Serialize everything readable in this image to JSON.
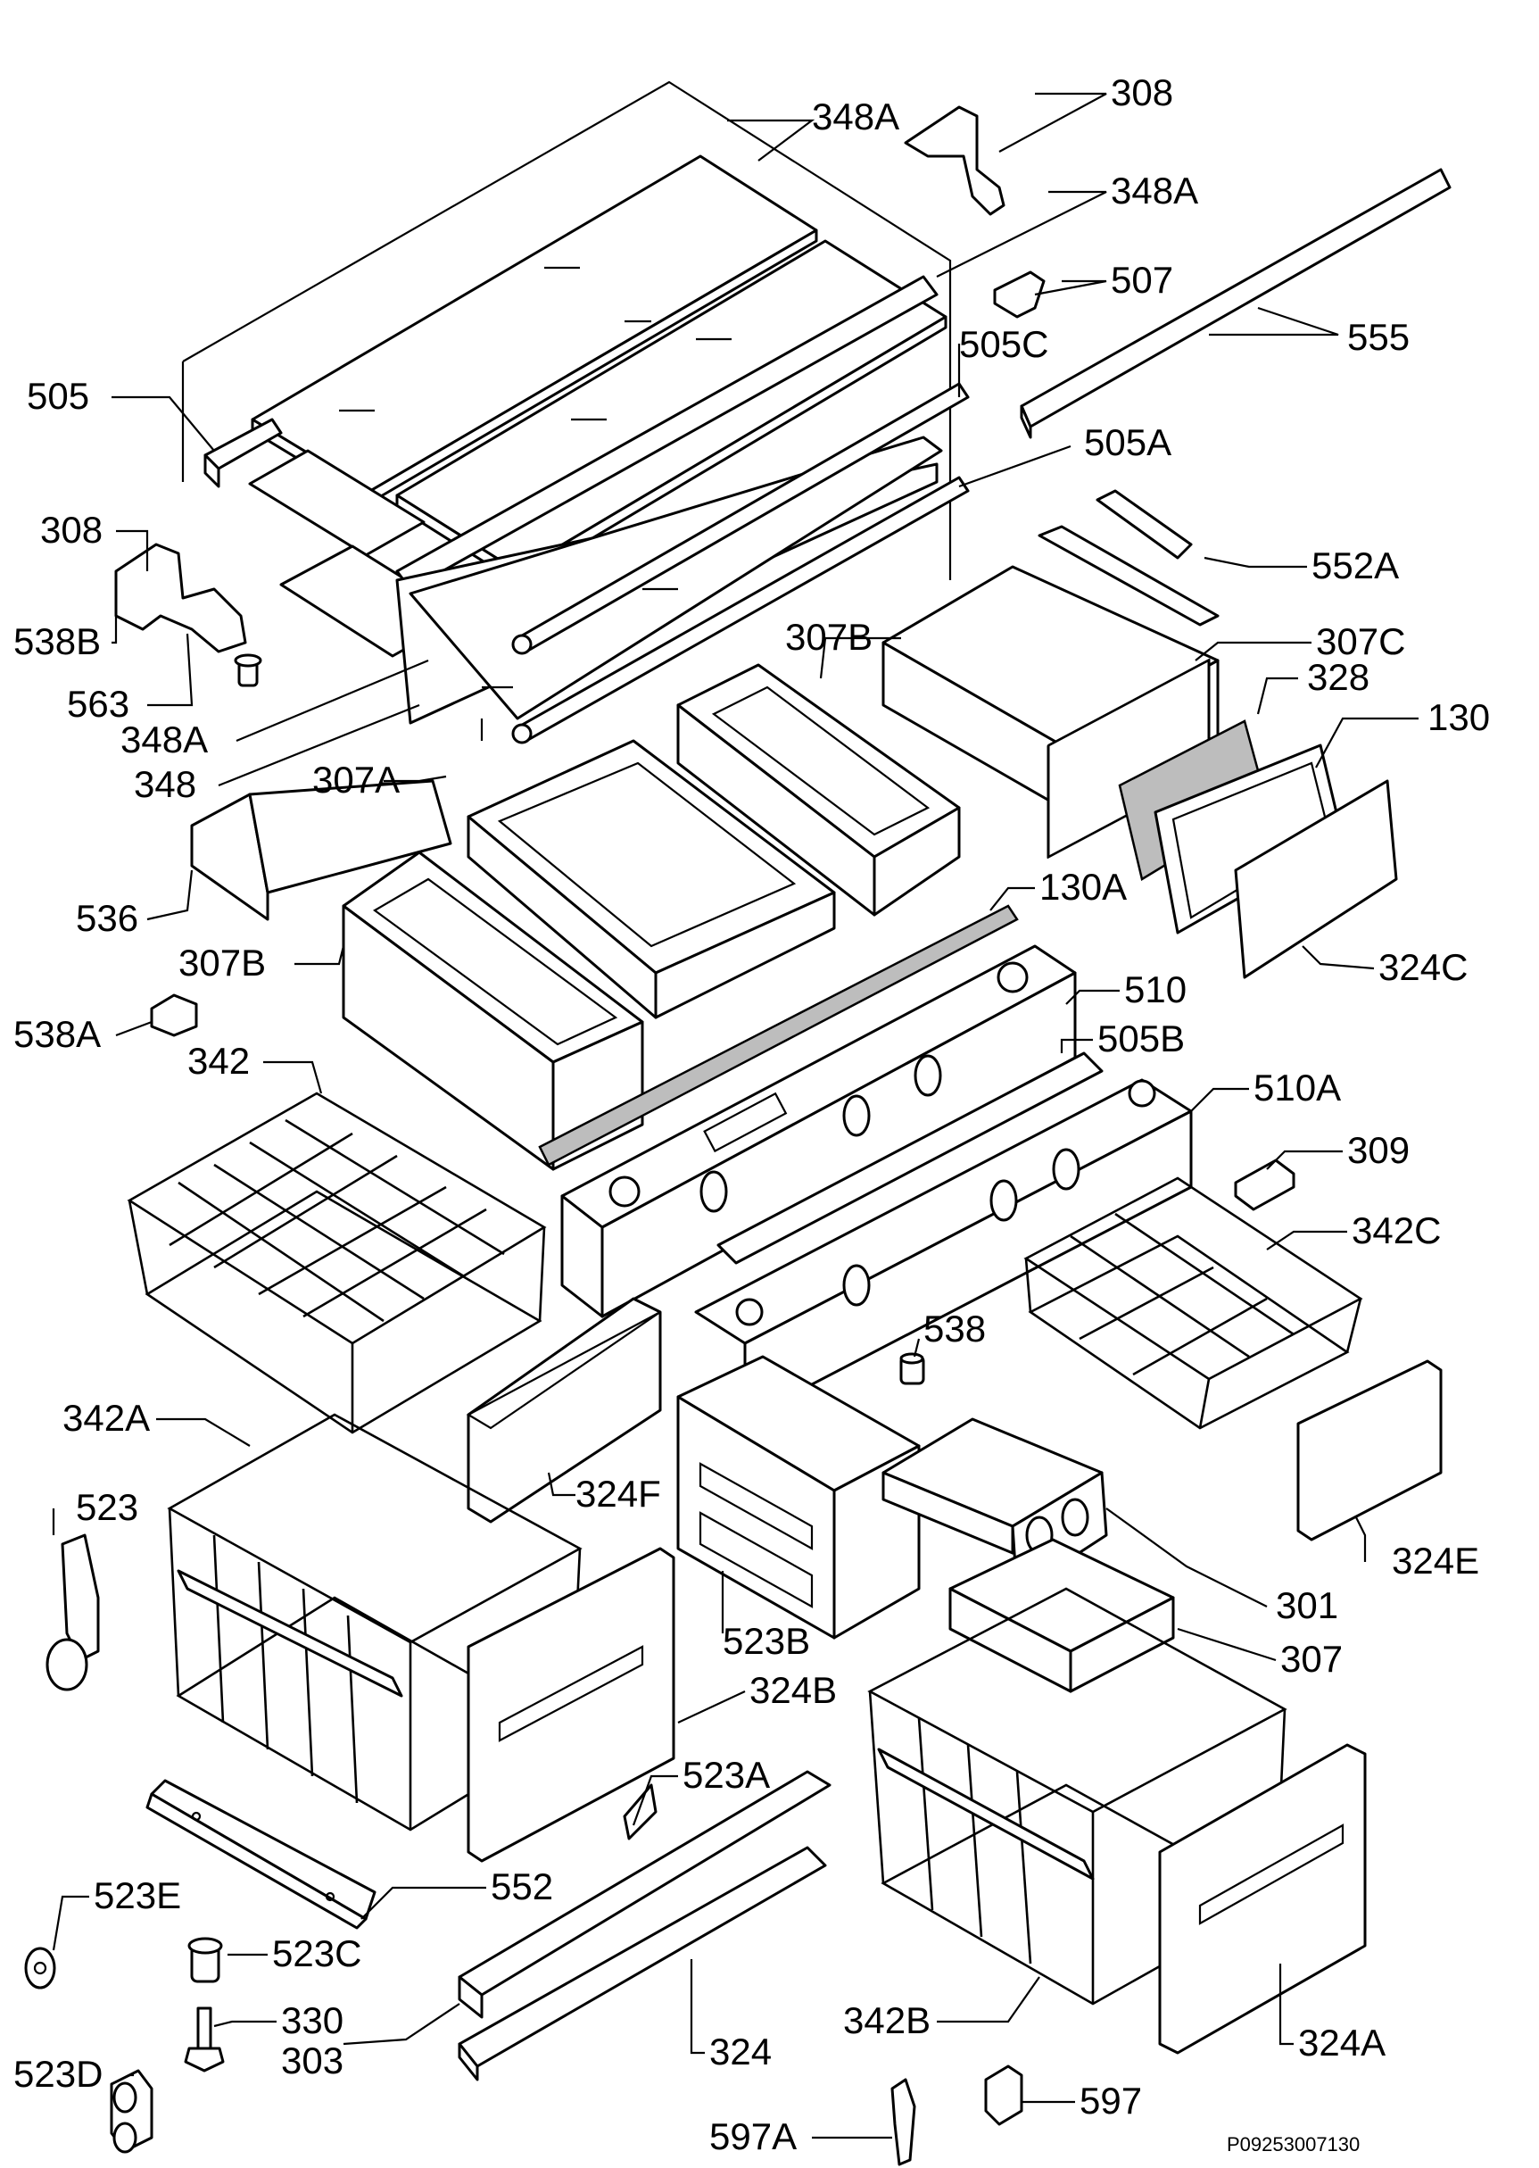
{
  "diagram": {
    "drawing_number": "P09253007130",
    "labels": [
      {
        "id": "lbl-348a-top",
        "text": "348A"
      },
      {
        "id": "lbl-308-top",
        "text": "308"
      },
      {
        "id": "lbl-348a-mid",
        "text": "348A"
      },
      {
        "id": "lbl-507",
        "text": "507"
      },
      {
        "id": "lbl-555",
        "text": "555"
      },
      {
        "id": "lbl-505c",
        "text": "505C"
      },
      {
        "id": "lbl-505",
        "text": "505"
      },
      {
        "id": "lbl-505a",
        "text": "505A"
      },
      {
        "id": "lbl-308-left",
        "text": "308"
      },
      {
        "id": "lbl-552a",
        "text": "552A"
      },
      {
        "id": "lbl-538b",
        "text": "538B"
      },
      {
        "id": "lbl-307b-top",
        "text": "307B"
      },
      {
        "id": "lbl-307c",
        "text": "307C"
      },
      {
        "id": "lbl-563",
        "text": "563"
      },
      {
        "id": "lbl-328",
        "text": "328"
      },
      {
        "id": "lbl-348a-low",
        "text": "348A"
      },
      {
        "id": "lbl-130",
        "text": "130"
      },
      {
        "id": "lbl-348",
        "text": "348"
      },
      {
        "id": "lbl-307a",
        "text": "307A"
      },
      {
        "id": "lbl-536",
        "text": "536"
      },
      {
        "id": "lbl-130a",
        "text": "130A"
      },
      {
        "id": "lbl-307b-low",
        "text": "307B"
      },
      {
        "id": "lbl-324c",
        "text": "324C"
      },
      {
        "id": "lbl-510",
        "text": "510"
      },
      {
        "id": "lbl-538a",
        "text": "538A"
      },
      {
        "id": "lbl-505b",
        "text": "505B"
      },
      {
        "id": "lbl-342",
        "text": "342"
      },
      {
        "id": "lbl-510a",
        "text": "510A"
      },
      {
        "id": "lbl-309",
        "text": "309"
      },
      {
        "id": "lbl-342c",
        "text": "342C"
      },
      {
        "id": "lbl-538",
        "text": "538"
      },
      {
        "id": "lbl-342a",
        "text": "342A"
      },
      {
        "id": "lbl-523",
        "text": "523"
      },
      {
        "id": "lbl-324f",
        "text": "324F"
      },
      {
        "id": "lbl-324e",
        "text": "324E"
      },
      {
        "id": "lbl-301",
        "text": "301"
      },
      {
        "id": "lbl-523b",
        "text": "523B"
      },
      {
        "id": "lbl-307",
        "text": "307"
      },
      {
        "id": "lbl-324b",
        "text": "324B"
      },
      {
        "id": "lbl-523a",
        "text": "523A"
      },
      {
        "id": "lbl-552",
        "text": "552"
      },
      {
        "id": "lbl-523e",
        "text": "523E"
      },
      {
        "id": "lbl-523c",
        "text": "523C"
      },
      {
        "id": "lbl-330",
        "text": "330"
      },
      {
        "id": "lbl-342b",
        "text": "342B"
      },
      {
        "id": "lbl-303",
        "text": "303"
      },
      {
        "id": "lbl-324",
        "text": "324"
      },
      {
        "id": "lbl-324a",
        "text": "324A"
      },
      {
        "id": "lbl-523d",
        "text": "523D"
      },
      {
        "id": "lbl-597",
        "text": "597"
      },
      {
        "id": "lbl-597a",
        "text": "597A"
      }
    ]
  }
}
